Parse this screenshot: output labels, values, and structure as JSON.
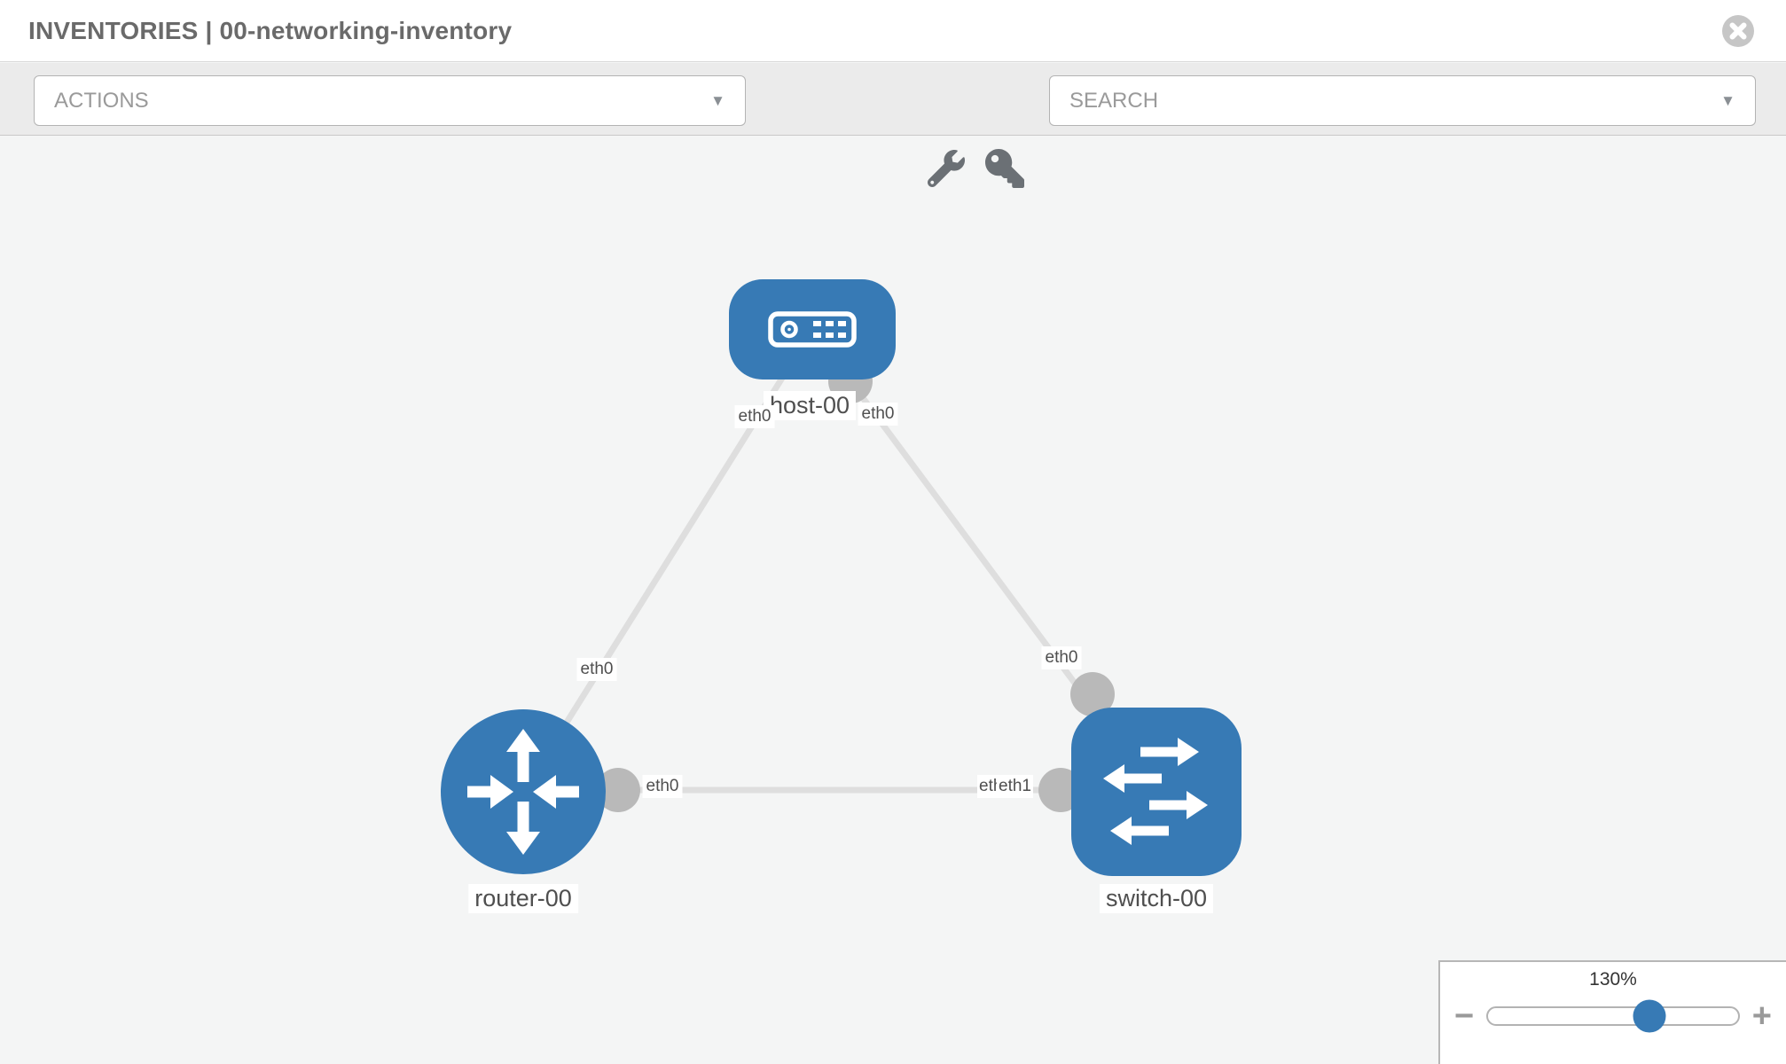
{
  "header": {
    "title": "INVENTORIES | 00-networking-inventory"
  },
  "toolbar": {
    "actions_label": "ACTIONS",
    "search_placeholder": "SEARCH",
    "caret": "▼",
    "icons": [
      "wrench-icon",
      "key-icon"
    ]
  },
  "zoom_control": {
    "level": "130%",
    "percent": 130,
    "minus": "−",
    "plus": "+"
  },
  "topology": {
    "nodes": [
      {
        "id": "host-00",
        "label": "host-00",
        "type": "host",
        "shape": "rounded-rect"
      },
      {
        "id": "router-00",
        "label": "router-00",
        "type": "router",
        "shape": "circle"
      },
      {
        "id": "switch-00",
        "label": "switch-00",
        "type": "switch",
        "shape": "rounded-square"
      }
    ],
    "links": [
      {
        "from": "host-00",
        "to": "router-00",
        "from_port": "eth0",
        "to_port": "eth0"
      },
      {
        "from": "host-00",
        "to": "switch-00",
        "from_port": "eth0",
        "to_port": "eth0"
      },
      {
        "from": "router-00",
        "to": "switch-00",
        "from_port": "eth0",
        "to_port": "eth1",
        "overlapped_port_label": "eth0"
      }
    ],
    "colors": {
      "node_blue": "#377ab5",
      "link_gray": "#dedede",
      "endpoint_gray": "#b9b9b9",
      "canvas_bg": "#f4f5f5"
    }
  }
}
